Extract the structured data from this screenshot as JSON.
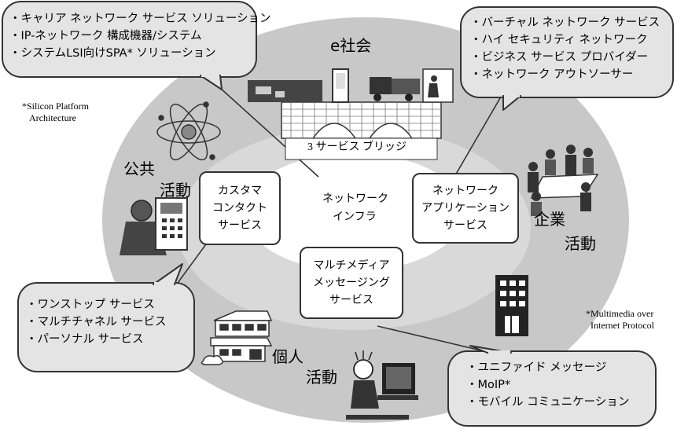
{
  "esociety": "e社会",
  "bridge_label": "3 サービス ブリッジ",
  "center": {
    "line1": "ネットワーク",
    "line2": "インフラ"
  },
  "activities": {
    "public_1": "公共",
    "public_2": "活動",
    "enterprise_1": "企業",
    "enterprise_2": "活動",
    "individual_1": "個人",
    "individual_2": "活動"
  },
  "services": {
    "customer_contact": "カスタマ\nコンタクト\nサービス",
    "network_app": "ネットワーク\nアプリケーション\nサービス",
    "multimedia_msg": "マルチメディア\nメッセージング\nサービス"
  },
  "callouts": {
    "top_left": [
      "・キャリア ネットワーク サービス ソリューション",
      "・IP-ネットワーク 構成機器/システム",
      "・システムLSI向けSPA* ソリューション"
    ],
    "top_right": [
      "・バーチャル ネットワーク サービス",
      "・ハイ セキュリティ ネットワーク",
      "・ビジネス サービス プロバイダー",
      "・ネットワーク アウトソーサー"
    ],
    "bottom_left": [
      "・ワンストップ サービス",
      "・マルチチャネル サービス",
      "・パーソナル サービス"
    ],
    "bottom_right": [
      "・ユニファイド メッセージ",
      "・MoIP*",
      "・モバイル コミュニケーション"
    ]
  },
  "notes": {
    "spa_1": "*Silicon Platform",
    "spa_2": "Architecture",
    "moip_1": "*Multimedia over",
    "moip_2": "Internet Protocol"
  },
  "colors": {
    "outer_ring": "#c8c8c8",
    "inner_ring": "#d9d9d9",
    "core": "#ffffff",
    "callout_fill": "#e4e4e4",
    "stroke": "#333333"
  }
}
